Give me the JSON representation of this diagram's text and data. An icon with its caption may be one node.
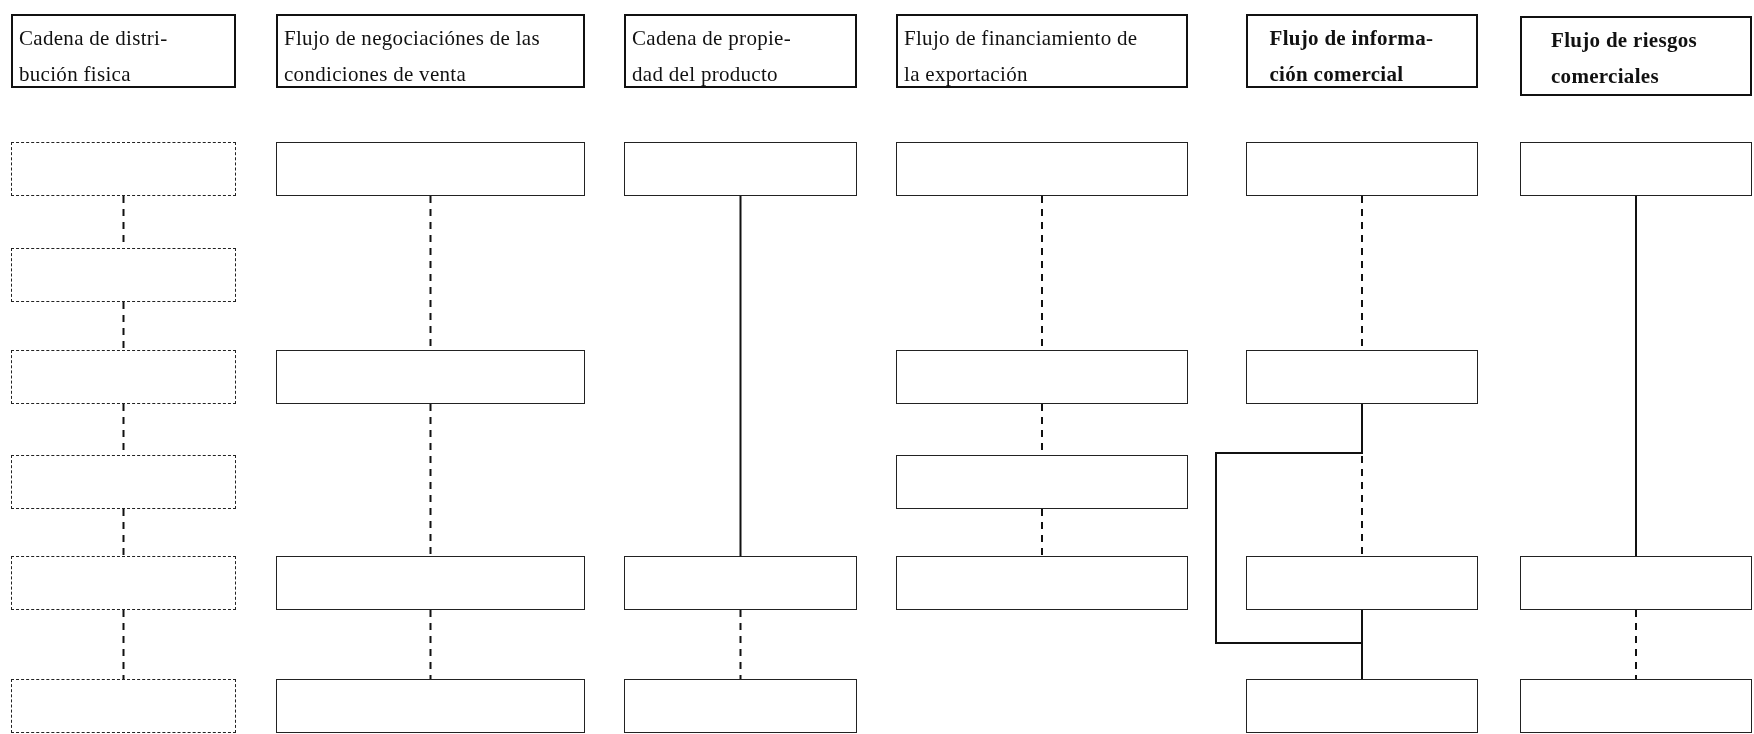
{
  "diagram": {
    "nodes": [
      {
        "text": [
          "Cadena de distri- bución fisica"
        ]
      },
      {
        "text": [
          "Flujo de negociaciónes de las condiciones de venta"
        ]
      },
      {
        "text": [
          "Cadena de propie- dad del producto"
        ]
      },
      {
        "text": [
          "Flujo de financiamiento de la exportación"
        ]
      },
      {
        "text": [
          "Flujo de informa- ción comercial"
        ]
      },
      {
        "text": [
          "Flujo de riesgos comerciales"
        ]
      },
      {
        "text": [],
        "shape": "box"
      },
      {
        "text": [],
        "shape": "box"
      },
      {
        "text": [],
        "shape": "box"
      },
      {
        "text": [],
        "shape": "box"
      },
      {
        "text": [],
        "shape": "box"
      },
      {
        "text": [],
        "shape": "box"
      },
      {
        "text": [],
        "shape": "box"
      },
      {
        "text": [],
        "shape": "box"
      },
      {
        "text": [],
        "shape": "box"
      },
      {
        "text": [],
        "shape": "box"
      },
      {
        "text": [],
        "shape": "box"
      },
      {
        "text": [],
        "shape": "box"
      },
      {
        "text": [],
        "shape": "box"
      },
      {
        "text": [],
        "shape": "box"
      },
      {
        "text": [],
        "shape": "box"
      },
      {
        "text": [],
        "shape": "box"
      },
      {
        "text": [],
        "shape": "box"
      },
      {
        "text": [],
        "shape": "box"
      },
      {
        "text": [],
        "shape": "box"
      },
      {
        "text": [],
        "shape": "box"
      },
      {
        "text": [],
        "shape": "box"
      },
      {
        "text": [],
        "shape": "box"
      },
      {
        "text": [],
        "shape": "box"
      },
      {
        "text": [],
        "shape": "box"
      }
    ],
    "edges": [
      {
        "from": 6,
        "to": 12,
        "arrow": "none",
        "style": "dashed"
      },
      {
        "from": 12,
        "to": 13,
        "arrow": "none",
        "style": "dashed"
      },
      {
        "from": 13,
        "to": 17,
        "arrow": "none",
        "style": "dashed"
      },
      {
        "from": 17,
        "to": 19,
        "arrow": "none",
        "style": "dashed"
      },
      {
        "from": 19,
        "to": 25,
        "arrow": "none",
        "style": "dashed"
      },
      {
        "from": 7,
        "to": 14,
        "arrow": "none",
        "style": "dashed"
      },
      {
        "from": 14,
        "to": 20,
        "arrow": "none",
        "style": "dashed"
      },
      {
        "from": 20,
        "to": 26,
        "arrow": "none",
        "style": "dashed"
      },
      {
        "from": 8,
        "to": 21,
        "arrow": "none"
      },
      {
        "from": 21,
        "to": 27,
        "arrow": "none",
        "style": "dashed"
      },
      {
        "from": 9,
        "to": 15,
        "arrow": "none",
        "style": "dashed"
      },
      {
        "from": 15,
        "to": 18,
        "arrow": "none",
        "style": "dashed"
      },
      {
        "from": 18,
        "to": 22,
        "arrow": "none",
        "style": "dashed"
      },
      {
        "from": 10,
        "to": 16,
        "arrow": "none",
        "style": "dashed"
      },
      {
        "from": 16,
        "to": 23,
        "arrow": "none",
        "style": "dashed"
      },
      {
        "from": 23,
        "to": 28,
        "arrow": "none"
      },
      {
        "from": 16,
        "to": 28,
        "arrow": "none"
      },
      {
        "from": 11,
        "to": 24,
        "arrow": "none"
      },
      {
        "from": 24,
        "to": 29,
        "arrow": "none",
        "style": "dashed"
      }
    ]
  }
}
